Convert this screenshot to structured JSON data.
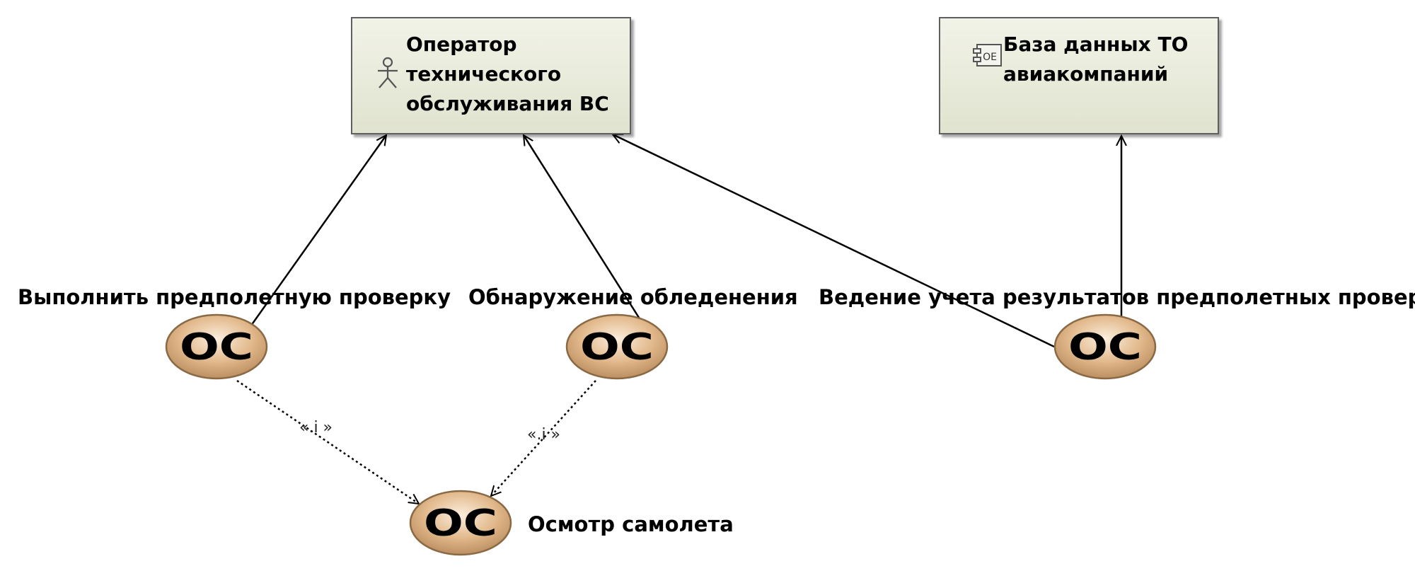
{
  "actor": {
    "name": "Оператор\nтехнического\nобслуживания  ВС",
    "icon": "actor-stick-figure-icon"
  },
  "component": {
    "name": "База данных ТО\nавиакомпаний",
    "icon": "component-db-icon",
    "icon_text": "OE"
  },
  "use_cases": [
    {
      "id": "uc1",
      "label": "Выполнить предполетную проверку",
      "icon_text": "OC"
    },
    {
      "id": "uc2",
      "label": "Обнаружение обледенения",
      "icon_text": "OC"
    },
    {
      "id": "uc3",
      "label": "Ведение учета результатов предполетных проверок",
      "icon_text": "OC"
    },
    {
      "id": "uc4",
      "label": "Осмотр самолета",
      "icon_text": "OC"
    }
  ],
  "include_labels": [
    "«.i »",
    "«.i »"
  ],
  "colors": {
    "box_border": "#5f5f5f",
    "box_fill_top": "#f2f3e8",
    "box_fill_bottom": "#e0e3cf",
    "usecase_fill": "#d9ad7c",
    "usecase_stroke": "#8a6a45",
    "line": "#000000"
  }
}
